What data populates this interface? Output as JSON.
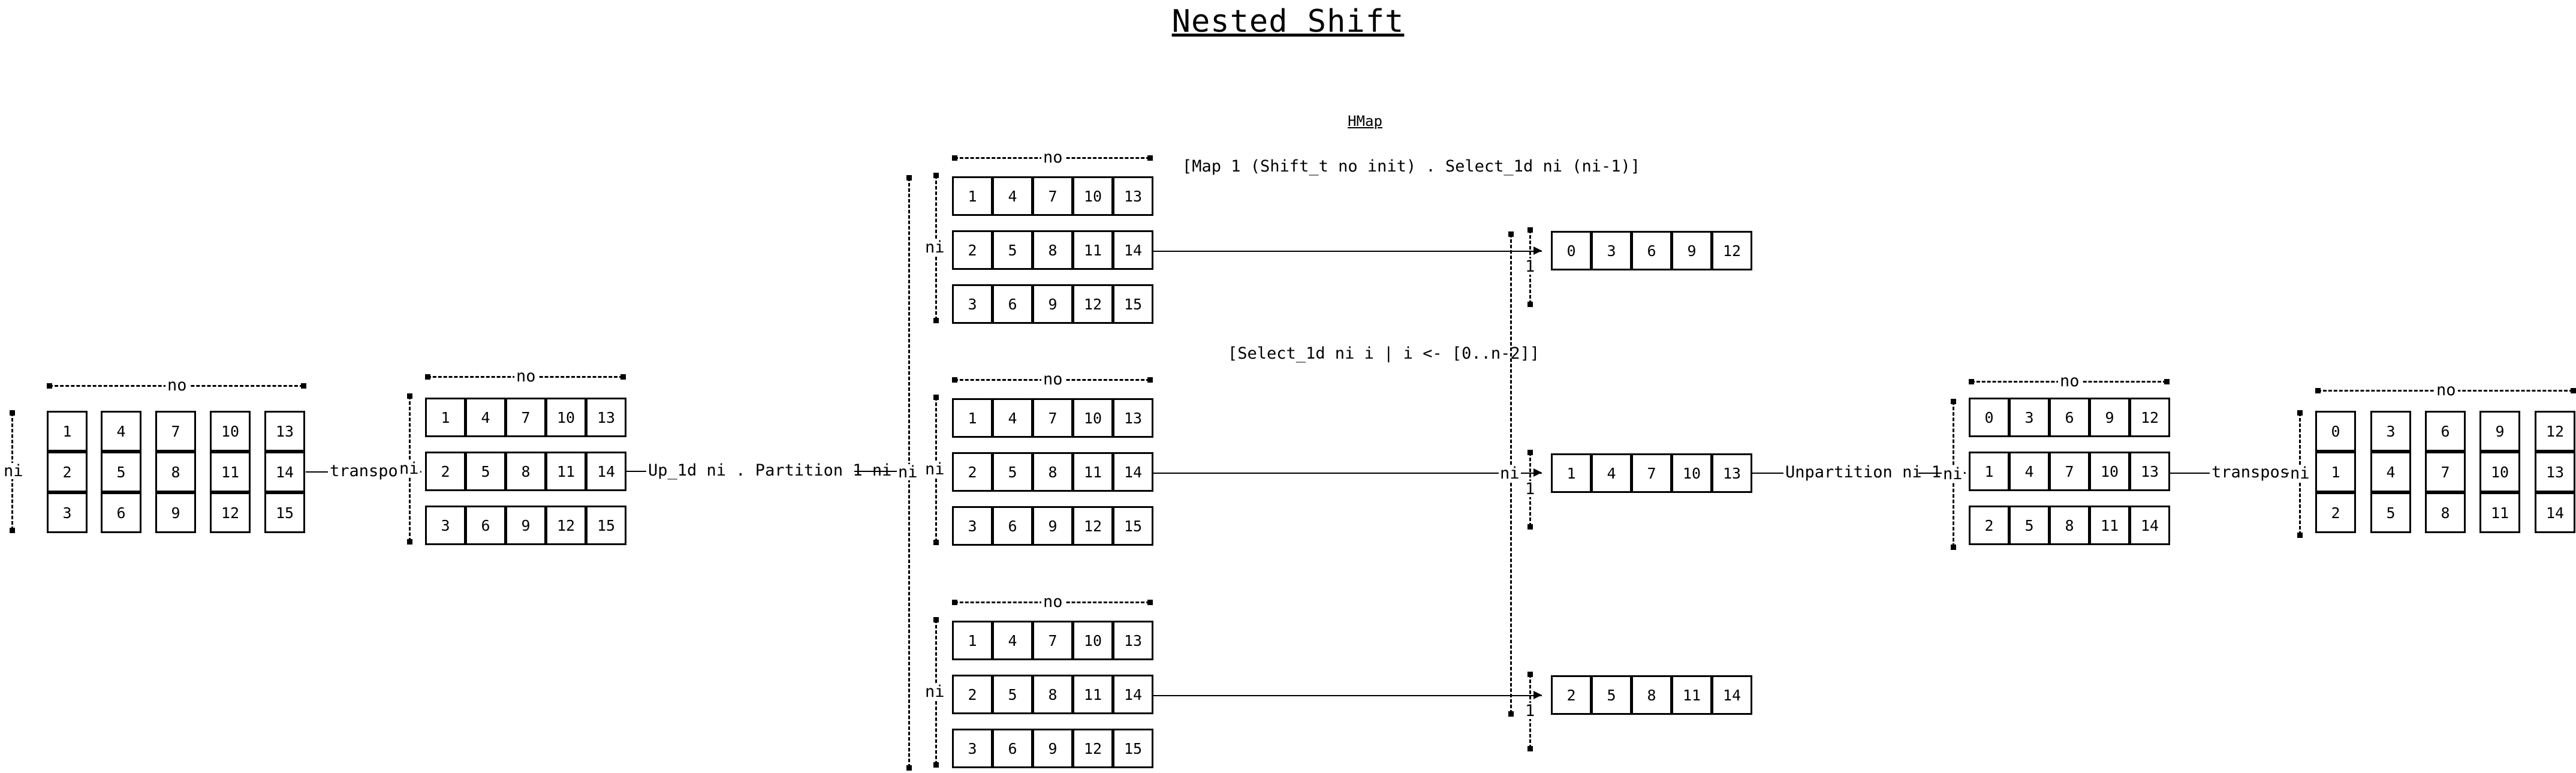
{
  "title": "Nested Shift",
  "hmap_label": "HMap",
  "formulas": {
    "shift": "[Map 1 (Shift_t no init) . Select_1d ni (ni-1)]",
    "select": "[Select_1d ni i | i <- [0..n-2]]"
  },
  "dims": {
    "no": "no",
    "ni": "ni",
    "one": "1"
  },
  "ops": {
    "transpose_1": "transpose",
    "partition": "Up_1d ni . Partition 1 ni",
    "unpartition": "Unpartition ni 1",
    "transpose_2": "transpose"
  },
  "input_matrix": [
    [
      "1",
      "4",
      "7",
      "10",
      "13"
    ],
    [
      "2",
      "5",
      "8",
      "11",
      "14"
    ],
    [
      "3",
      "6",
      "9",
      "12",
      "15"
    ]
  ],
  "transposed_matrix": [
    [
      "1",
      "4",
      "7",
      "10",
      "13"
    ],
    [
      "2",
      "5",
      "8",
      "11",
      "14"
    ],
    [
      "3",
      "6",
      "9",
      "12",
      "15"
    ]
  ],
  "partition_groups": [
    [
      [
        "1",
        "4",
        "7",
        "10",
        "13"
      ],
      [
        "2",
        "5",
        "8",
        "11",
        "14"
      ],
      [
        "3",
        "6",
        "9",
        "12",
        "15"
      ]
    ],
    [
      [
        "1",
        "4",
        "7",
        "10",
        "13"
      ],
      [
        "2",
        "5",
        "8",
        "11",
        "14"
      ],
      [
        "3",
        "6",
        "9",
        "12",
        "15"
      ]
    ],
    [
      [
        "1",
        "4",
        "7",
        "10",
        "13"
      ],
      [
        "2",
        "5",
        "8",
        "11",
        "14"
      ],
      [
        "3",
        "6",
        "9",
        "12",
        "15"
      ]
    ]
  ],
  "selected_rows": [
    [
      "0",
      "3",
      "6",
      "9",
      "12"
    ],
    [
      "1",
      "4",
      "7",
      "10",
      "13"
    ],
    [
      "2",
      "5",
      "8",
      "11",
      "14"
    ]
  ],
  "unpartitioned_matrix": [
    [
      "0",
      "3",
      "6",
      "9",
      "12"
    ],
    [
      "1",
      "4",
      "7",
      "10",
      "13"
    ],
    [
      "2",
      "5",
      "8",
      "11",
      "14"
    ]
  ],
  "output_matrix": [
    [
      "0",
      "3",
      "6",
      "9",
      "12"
    ],
    [
      "1",
      "4",
      "7",
      "10",
      "13"
    ],
    [
      "2",
      "5",
      "8",
      "11",
      "14"
    ]
  ]
}
